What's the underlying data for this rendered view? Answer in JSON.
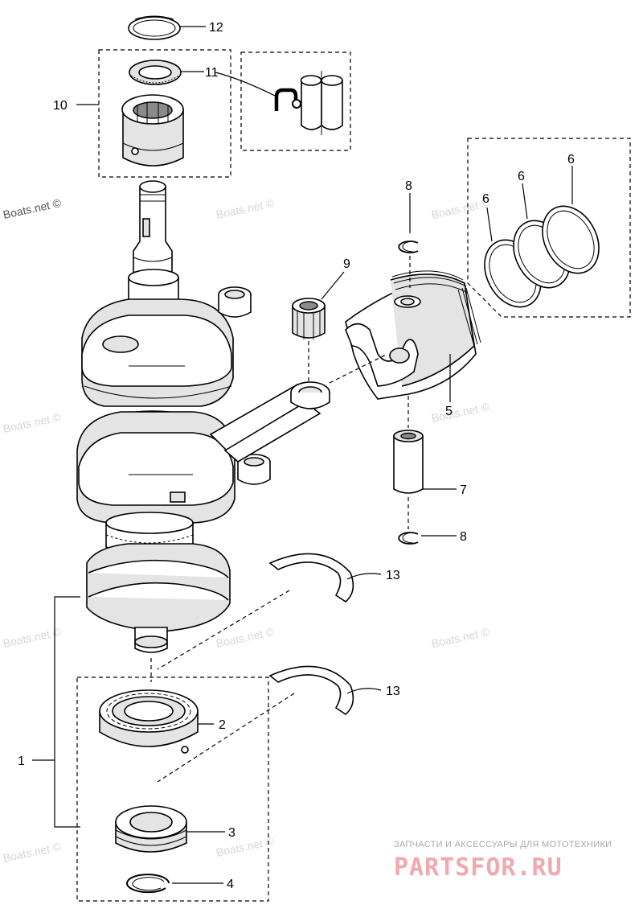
{
  "watermark": {
    "text": "Boats.net ©"
  },
  "callouts": {
    "c1": "1",
    "c2": "2",
    "c3": "3",
    "c4": "4",
    "c5": "5",
    "c6a": "6",
    "c6b": "6",
    "c6c": "6",
    "c7": "7",
    "c8a": "8",
    "c8b": "8",
    "c9": "9",
    "c10": "10",
    "c11": "11",
    "c12": "12",
    "c13a": "13",
    "c13b": "13"
  },
  "branding": {
    "tagline": "ЗАПЧАСТИ И АКСЕССУАРЫ ДЛЯ МОТОТЕХНИКИ",
    "logo": "PARTSFOR.RU"
  },
  "colors": {
    "line": "#000000",
    "watermark": "#d6d6d6",
    "logo": "#f0a9ae"
  }
}
